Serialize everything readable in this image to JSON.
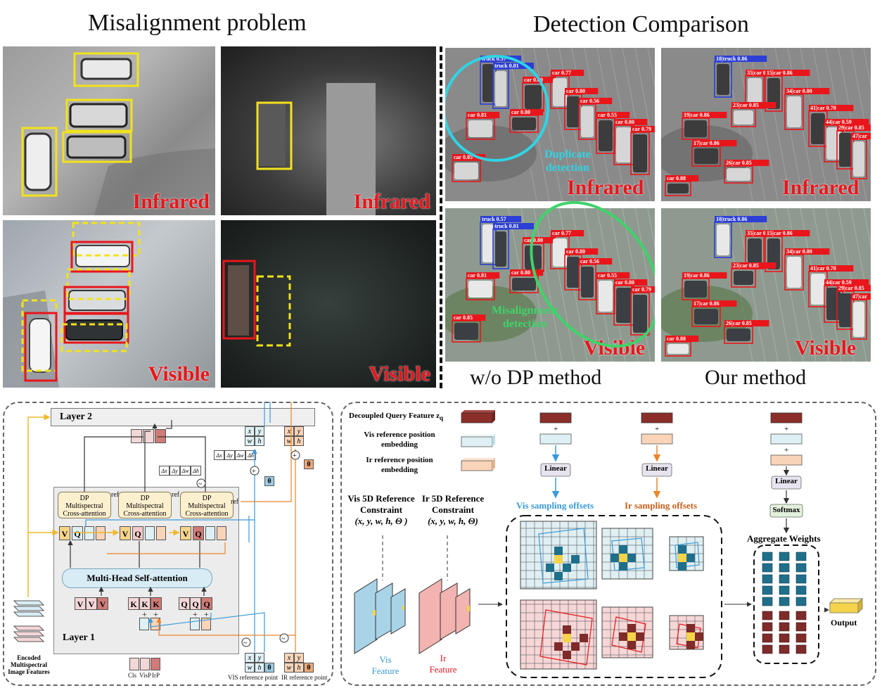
{
  "top": {
    "left_title": "Misalignment problem",
    "right_title": "Detection Comparison",
    "label_infrared": "Infrared",
    "label_visible": "Visible",
    "caption_wo": "w/o DP method",
    "caption_ours": "Our method",
    "duplicate_annotation": "Duplicate detection",
    "misalignment_annotation": "Misalignment detection",
    "det_labels_left": [
      "truck 0.57",
      "truck 0.81",
      "car 0.80",
      "car 0.77",
      "car 0.80",
      "car 0.56",
      "car 0.55",
      "car 0.80",
      "car 0.79",
      "car 0.81",
      "car 0.80",
      "car 0.85"
    ],
    "det_labels_right": [
      "18|truck 0.86",
      "35|car 0.80",
      "15|car 0.86",
      "34|car 0.80",
      "19|car 0.86",
      "23|car 0.85",
      "41|car 0.70",
      "44|car 0.59",
      "29|car 0.85",
      "47|car",
      "17|car 0.86",
      "26|car 0.85",
      "car 0.88"
    ]
  },
  "left_panel": {
    "layer2": "Layer 2",
    "layer1": "Layer 1",
    "dp_block": [
      "DP",
      "Multispectral",
      "Cross-attention"
    ],
    "ref": "ref",
    "self_attention": "Multi-Head Self-attention",
    "v": "V",
    "q": "Q",
    "k": "K",
    "x": "x",
    "y": "y",
    "w": "w",
    "h": "h",
    "theta": "θ",
    "deltas": [
      "Δx",
      "Δy",
      "Δw",
      "Δh"
    ],
    "plus": "+",
    "encoded": [
      "Encoded",
      "Multispectral",
      "Image Features"
    ],
    "cls_labels": [
      "Cls",
      "VisP",
      "IrP"
    ],
    "vis_ref_point": "VIS reference point",
    "ir_ref_point": "IR reference point"
  },
  "right_panel": {
    "legend": [
      {
        "label": "Decoupled Query Feature z",
        "sub": "q",
        "color": "#8b2e2a"
      },
      {
        "label": "Vis reference position embedding",
        "color": "#dff0f5"
      },
      {
        "label": "Ir reference position embedding",
        "color": "#f9d4b8"
      }
    ],
    "linear": "Linear",
    "softmax": "Softmax",
    "vis_offsets": "Vis sampling offsets",
    "ir_offsets": "Ir sampling offsets",
    "vis_constraint": [
      "Vis 5D Reference",
      "Constraint",
      "(x, y, w, h, Θ )"
    ],
    "ir_constraint": [
      "Ir 5D Reference",
      "Constraint",
      "(x, y, w, h, Θ)"
    ],
    "vis_feature": [
      "Vis",
      "Feature"
    ],
    "ir_feature": [
      "Ir",
      "Feature"
    ],
    "aggregate": "Aggregate Weights",
    "output": "Output"
  },
  "colors": {
    "red": "#e8161b",
    "yellow": "#f2e21b",
    "vis_blue": "#3a9ad9",
    "ir_orange": "#e8862a",
    "teal": "#1f6f8b",
    "maroon": "#8b2e2a"
  }
}
